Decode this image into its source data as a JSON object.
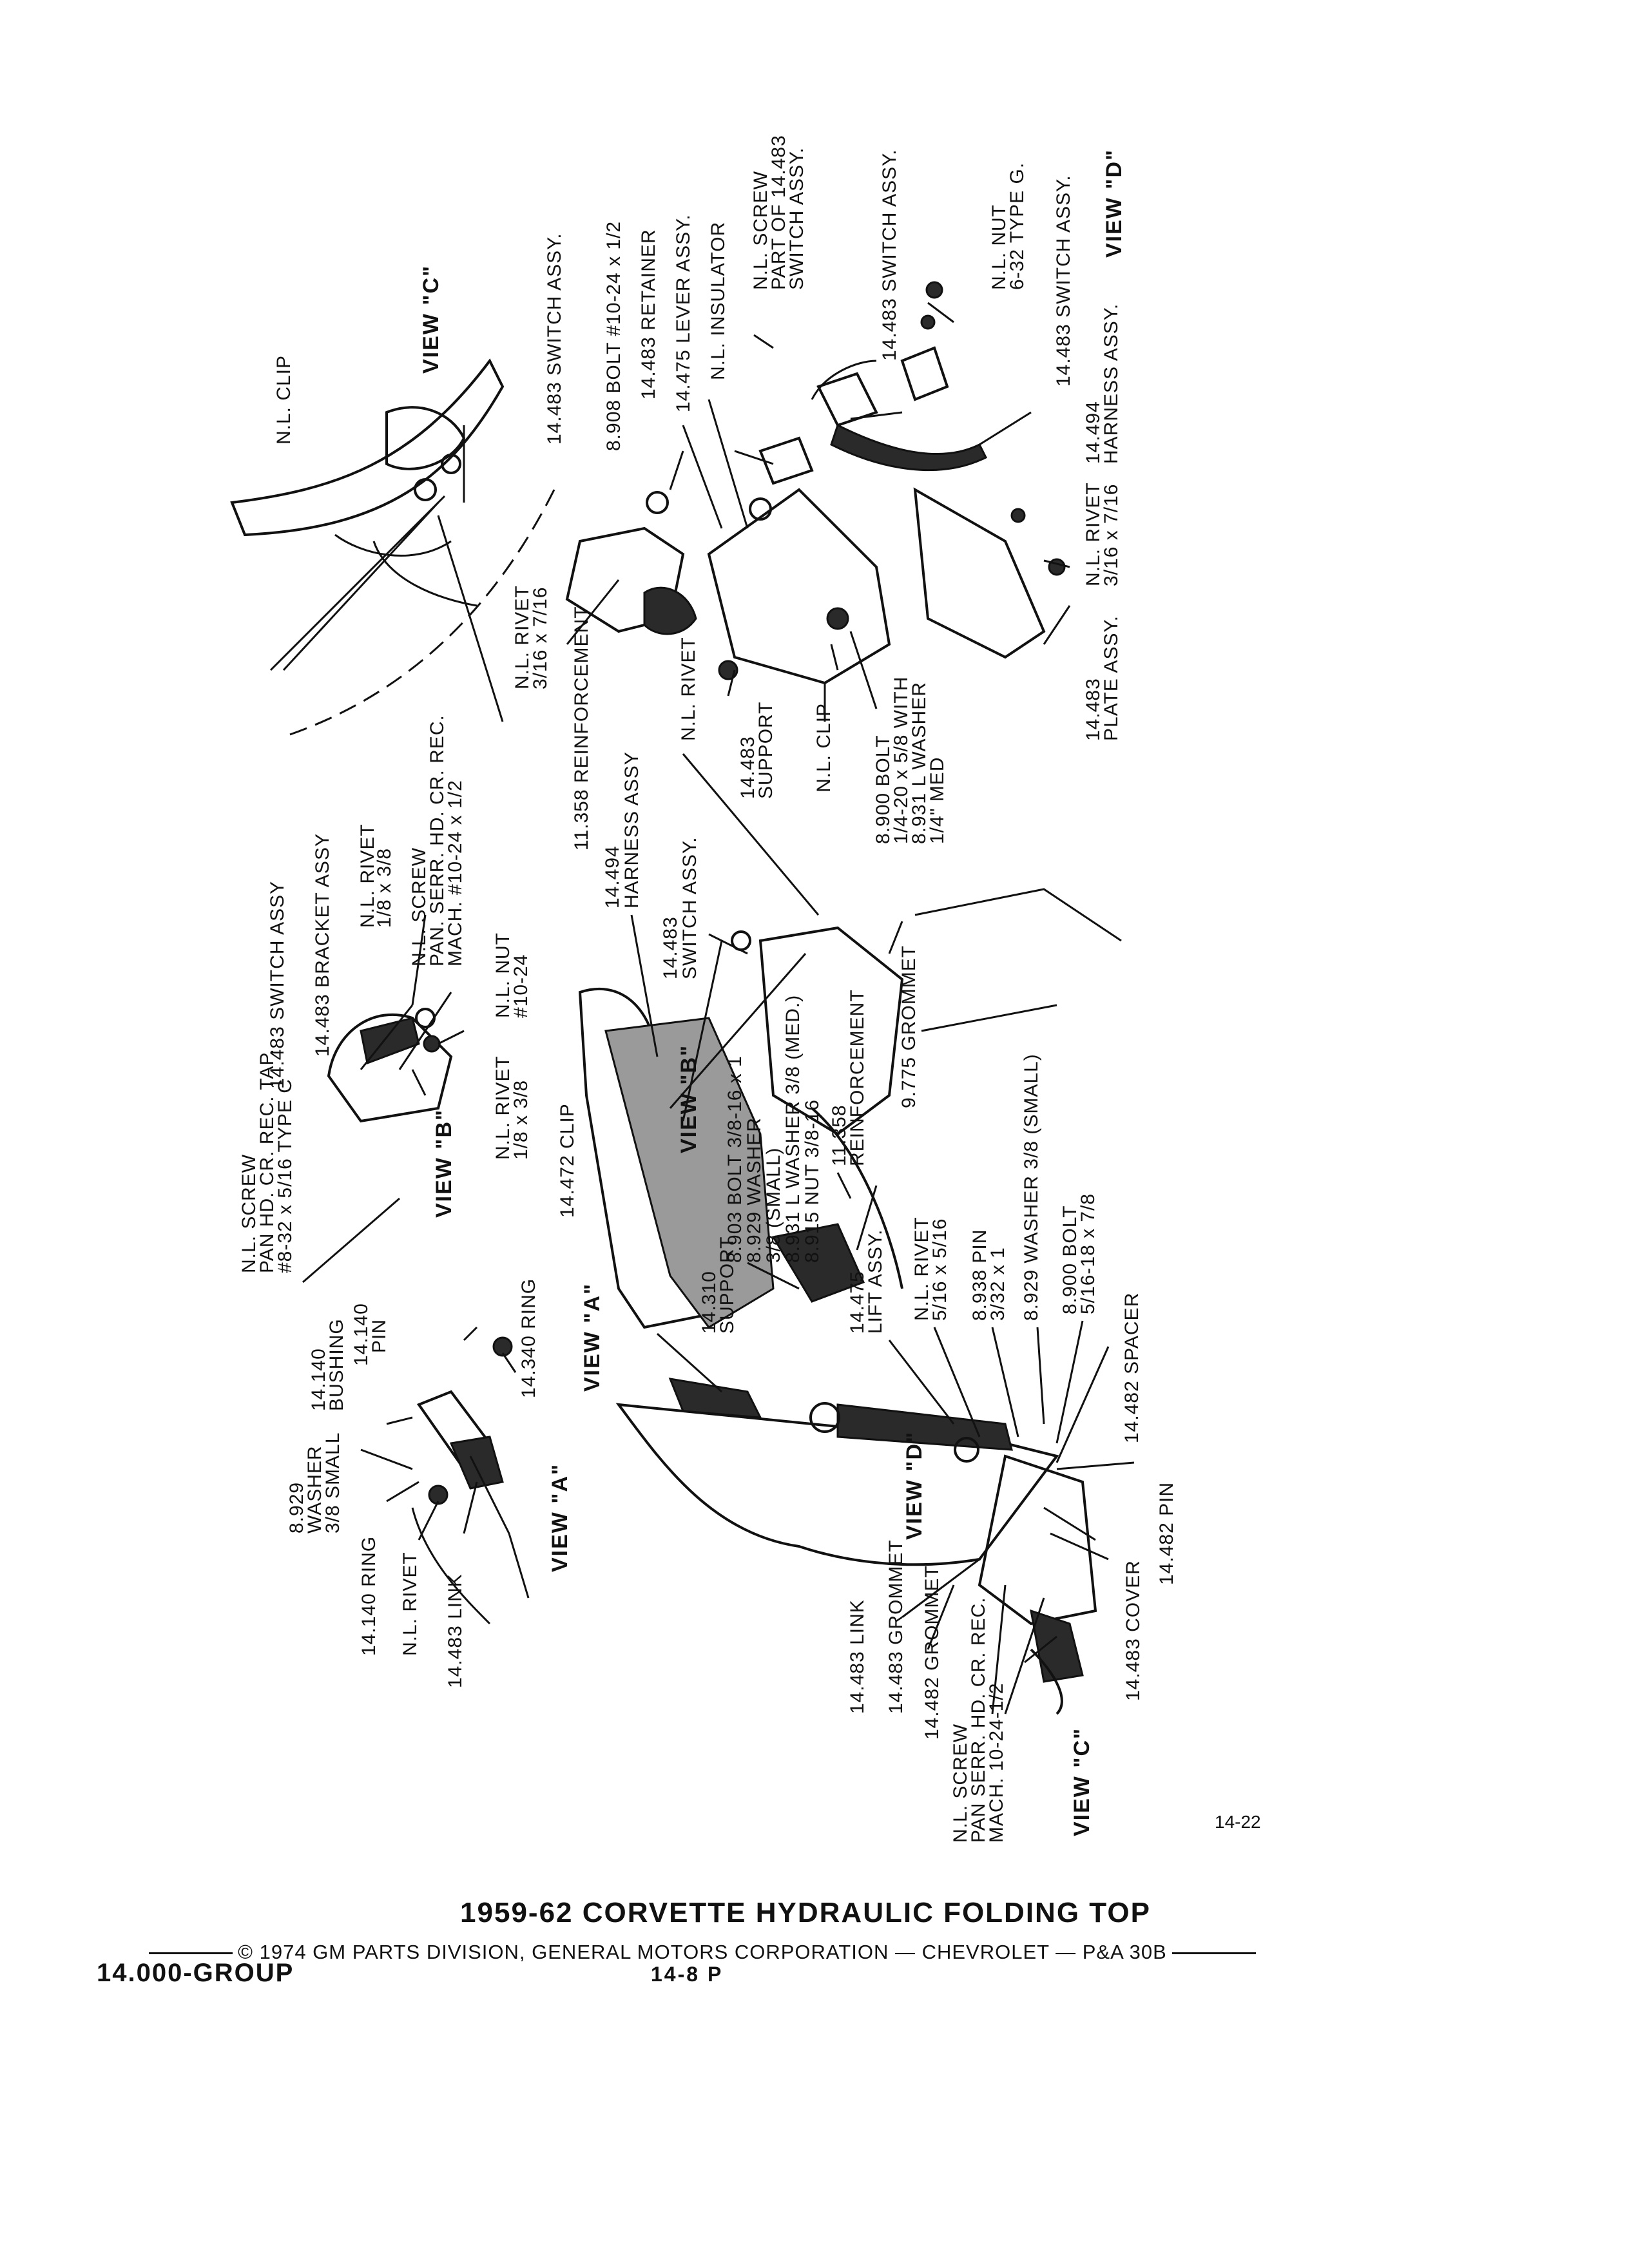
{
  "title": "1959-62 CORVETTE HYDRAULIC FOLDING TOP",
  "copyright": "© 1974 GM PARTS DIVISION, GENERAL MOTORS CORPORATION — CHEVROLET — P&A 30B",
  "group": "14.000-GROUP",
  "page_number": "14-8 P",
  "figure_number": "14-22",
  "views": {
    "a": "VIEW \"A\"",
    "b": "VIEW \"B\"",
    "c": "VIEW \"C\"",
    "d": "VIEW \"D\""
  },
  "callouts": [
    "N.L. SCREW",
    "PAN HD. CR. REC. TAP.",
    "#8-32 x 5/16 TYPE C",
    "14.140",
    "BUSHING",
    "14.140",
    "PIN",
    "14.340 RING",
    "8.929",
    "WASHER",
    "3/8 SMALL",
    "14.140 RING",
    "N.L. RIVET",
    "14.483 LINK",
    "14.483 SWITCH ASSY",
    "14.483 BRACKET ASSY",
    "N.L. RIVET",
    "1/8 x 3/8",
    "N.L. SCREW",
    "PAN. SERR. HD. CR. REC.",
    "MACH. #10-24 x 1/2",
    "N.L. NUT",
    "#10-24",
    "N.L. RIVET",
    "1/8 x 3/8",
    "14.472 CLIP",
    "14.494",
    "HARNESS ASSY",
    "14.483",
    "SWITCH ASSY.",
    "8.903 BOLT 3/8-16 x 1",
    "8.929 WASHER",
    "3/8 (SMALL)",
    "8.931 L WASHER 3/8 (MED.)",
    "8.915 NUT 3/8-16",
    "11.358",
    "REINFORCEMENT",
    "9.775 GROMMET",
    "14.310",
    "SUPPORT",
    "14.475",
    "LIFT ASSY.",
    "N.L. RIVET",
    "5/16 x 5/16",
    "8.938 PIN",
    "3/32 x 1",
    "8.929 WASHER 3/8 (SMALL)",
    "8.900 BOLT",
    "5/16-18 x 7/8",
    "14.482 SPACER",
    "14.482 PIN",
    "14.483 COVER",
    "14.483 LINK",
    "14.483 GROMMET",
    "14.482 GROMMET",
    "N.L. SCREW",
    "PAN SERR. HD. CR. REC.",
    "MACH. 10-24-1/2",
    "N.L. CLIP",
    "14.483 SWITCH ASSY.",
    "N.L. RIVET",
    "3/16 x 7/16",
    "11.358 REINFORCEMENT",
    "8.908 BOLT #10-24 x 1/2",
    "14.483 RETAINER",
    "14.475 LEVER ASSY.",
    "N.L. INSULATOR",
    "N.L. SCREW",
    "PART OF 14.483",
    "SWITCH ASSY.",
    "14.483 SWITCH ASSY.",
    "N.L. NUT",
    "6-32 TYPE G.",
    "14.483 SWITCH ASSY.",
    "N.L. RIVET",
    "14.483",
    "SUPPORT",
    "N.L. CLIP",
    "8.900 BOLT",
    "1/4-20 x 5/8 WITH",
    "8.931 L WASHER",
    "1/4\" MED",
    "14.494",
    "HARNESS ASSY.",
    "N.L. RIVET",
    "3/16 x 7/16",
    "14.483",
    "PLATE ASSY."
  ]
}
